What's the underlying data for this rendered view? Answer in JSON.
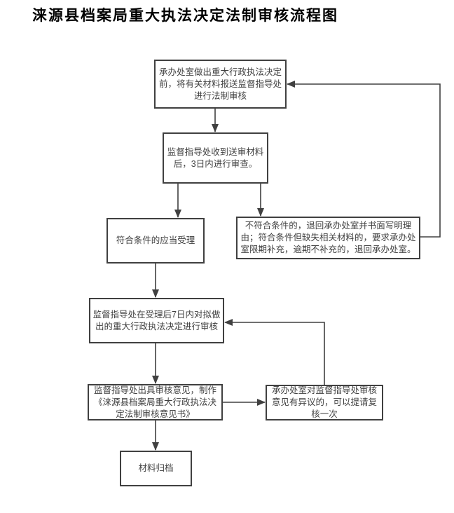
{
  "title": "涞源县档案局重大执法决定法制审核流程图",
  "nodes": {
    "submit": {
      "label": "承办处室做出重大行政执法决定前，将有关材料报送监督指导处进行法制审核"
    },
    "receive": {
      "label": "监督指导处收到送审材料后，3日内进行审查。"
    },
    "accept": {
      "label": "符合条件的应当受理"
    },
    "return": {
      "label": "不符合条件的，退回承办处室并书面写明理由；符合条件但缺失相关材料的，要求承办处室限期补充，逾期不补充的，退回承办处室。"
    },
    "review": {
      "label": "监督指导处在受理后7日内对拟做出的重大行政执法决定进行审核"
    },
    "opinion": {
      "label": "监督指导处出具审核意见，制作《涞源县档案局重大行政执法决定法制审核意见书》"
    },
    "recheck": {
      "label": "承办处室对监督指导处审核意见有异议的，可以提请复核一次"
    },
    "archive": {
      "label": "材料归档"
    }
  },
  "edges": [
    {
      "from": "submit",
      "to": "receive"
    },
    {
      "from": "receive",
      "to": "accept"
    },
    {
      "from": "receive",
      "to": "return"
    },
    {
      "from": "return",
      "to": "submit"
    },
    {
      "from": "accept",
      "to": "review"
    },
    {
      "from": "recheck",
      "to": "review"
    },
    {
      "from": "review",
      "to": "opinion"
    },
    {
      "from": "opinion",
      "to": "recheck"
    },
    {
      "from": "opinion",
      "to": "archive"
    }
  ],
  "colors": {
    "line": "#404040",
    "box_border": "#404040",
    "text": "#404040",
    "title": "#000000",
    "background": "#ffffff"
  }
}
